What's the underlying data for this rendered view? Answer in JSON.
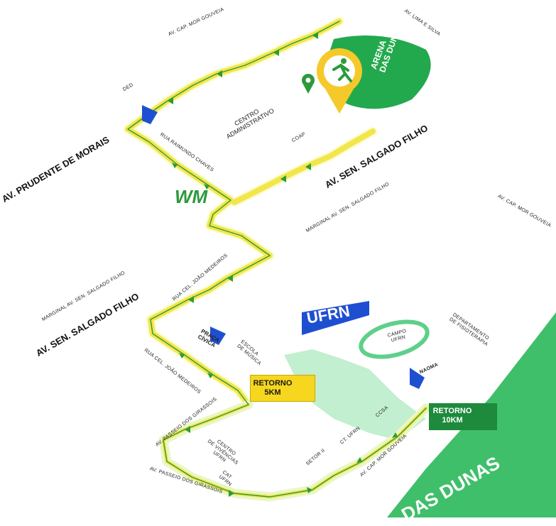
{
  "streets": {
    "lima_silva": "AV. LIMA E SILVA",
    "cap_mor_gouveia_top": "AV. CAP. MOR GOUVEIA",
    "ded": "DED",
    "prudente": "AV. PRUDENTE DE MORAIS",
    "raimundo": "RUA RAIMUNDO CHAVES",
    "salgado_filho_top": "AV. SEN. SALGADO FILHO",
    "marginal_top": "MARGINAL AV. SEN. SALGADO FILHO",
    "cap_mor_right": "AV. CAP. MOR GOUVEIA",
    "marginal_left": "MARGINAL AV. SEN. SALGADO FILHO",
    "salgado_filho_left": "AV. SEN. SALGADO FILHO",
    "joao_medeiros_1": "RUA CEL. JOÃO MEDEIROS",
    "joao_medeiros_2": "RUA CEL. JOÃO MEDEIROS",
    "passeio_1": "AV. PASSEIO DOS GIRASSOIS",
    "passeio_2": "AV. PASSEIO DOS GIRASSOIS",
    "cap_mor_bottom": "AV. CAP. MOR GOUVEIA",
    "via_costeira": "DAS DUNAS"
  },
  "places": {
    "centro_admin": [
      "CENTRO",
      "ADMINISTRATIVO"
    ],
    "coap": "COAP",
    "praca_civica": [
      "PRAÇA",
      "CÍVICA"
    ],
    "escola_musica": [
      "ESCOLA",
      "DE MÚSICA"
    ],
    "campo": [
      "CAMPO",
      "UFRN"
    ],
    "depto_fisio": [
      "DEPARTAMENTO",
      "DE FISIOTERAPIA"
    ],
    "ccsa": "CCSA",
    "ct": "CT. UFRN",
    "setor2": "SETOR II",
    "centro_vivencias": [
      "CENTRO",
      "DE VIVÊNCIAS",
      "UFRN"
    ],
    "cat": [
      "CAT",
      "UFRN"
    ],
    "naoma": "NAOMA"
  },
  "logos": {
    "arena": [
      "ARENA",
      "DAS DUNAS"
    ],
    "wm": "WM",
    "ufrn": "UFRN"
  },
  "retornos": [
    {
      "lines": [
        "RETORNO",
        "5KM"
      ],
      "color": "#f6d61e"
    },
    {
      "lines": [
        "RETORNO",
        "10KM"
      ],
      "color": "#1e8a3c"
    }
  ],
  "colors": {
    "route_yellow": "#f2e64a",
    "route_green": "#2c9a3c",
    "arena_green": "#23a94d",
    "area_green": "#3fbf6a",
    "pin_yellow": "#f5c92a",
    "flag_blue": "#1f4fd1"
  }
}
